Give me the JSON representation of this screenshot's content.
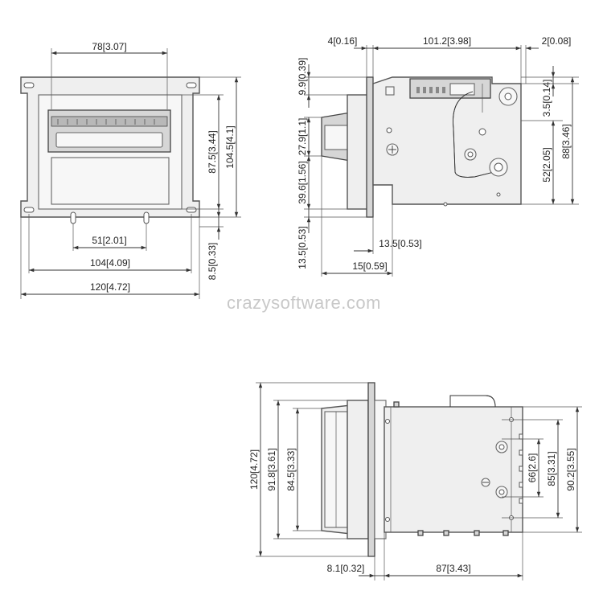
{
  "watermark": "crazysoftware.com",
  "front_view": {
    "top_width": "78[3.07]",
    "inner_height": "87.5[3.44]",
    "outer_height": "104.5[4.1]",
    "slot_spacing": "51[2.01]",
    "hole_spacing": "104[4.09]",
    "total_width": "120[4.72]",
    "bottom_offset": "8.5[0.33]"
  },
  "side_view": {
    "bezel_depth": "4[0.16]",
    "body_depth": "101.2[3.98]",
    "rear_offset": "2[0.08]",
    "top_gap": "9.9[0.39]",
    "slot_height": "27.9[1.1]",
    "lower_height": "39.6[1.56]",
    "bottom_gap": "13.5[0.53]",
    "bottom_depth": "13.5[0.53]",
    "mouth_depth": "15[0.59]",
    "rear_top_offset": "3.5[0.14]",
    "rear_mount_height": "52[2.05]",
    "rear_total_height": "88[3.46]"
  },
  "top_view": {
    "bezel_height": "120[4.72]",
    "frame_height": "91.8[3.61]",
    "mouth_height": "84.5[3.33]",
    "hole_spacing_inner": "66[2.6]",
    "hole_spacing_mid": "85[3.31]",
    "body_height": "90.2[3.55]",
    "bezel_thickness": "8.1[0.32]",
    "body_depth": "87[3.43]"
  }
}
